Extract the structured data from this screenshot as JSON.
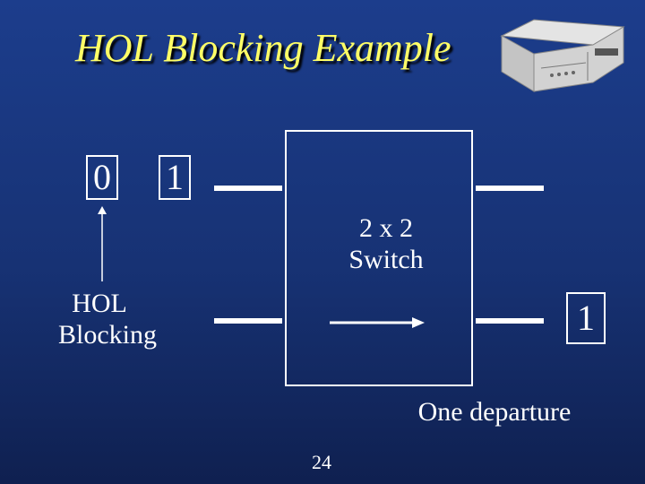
{
  "title": "HOL Blocking Example",
  "packets": {
    "queued_packet": "0",
    "head_packet": "1",
    "departed_packet": "1"
  },
  "switch": {
    "line1": "2 x 2",
    "line2": "Switch"
  },
  "hol_label": {
    "line1": "HOL",
    "line2": "Blocking"
  },
  "departure_label": "One departure",
  "page_number": "24",
  "colors": {
    "background": "#1c3d8c",
    "title": "#ffff66",
    "foreground": "#ffffff"
  },
  "icons": {
    "corner_image": "network-switch-icon"
  }
}
